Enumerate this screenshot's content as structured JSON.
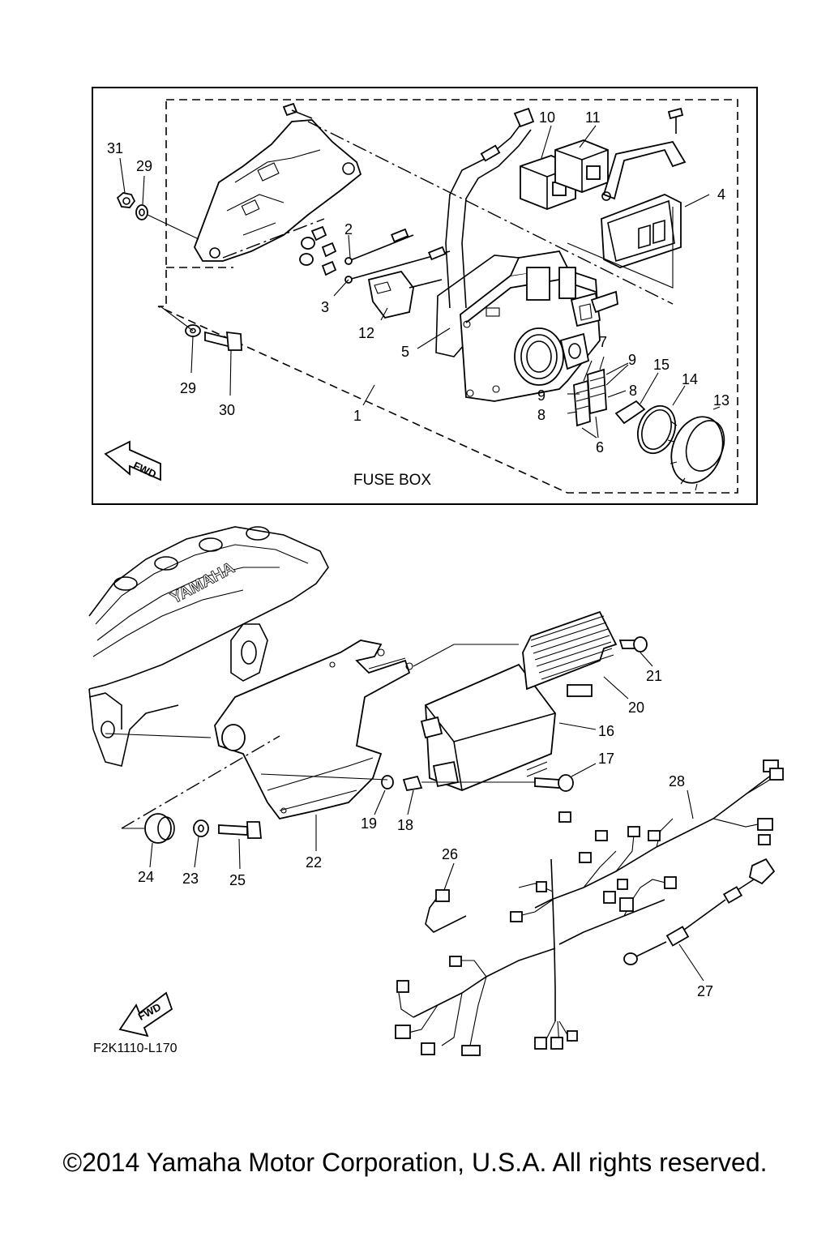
{
  "diagram": {
    "box_title": "FUSE BOX",
    "fwd_label": "FWD",
    "drawing_code": "F2K1110-L170",
    "engine_mark": "YAMAHA",
    "callouts": {
      "c1": "1",
      "c2": "2",
      "c3": "3",
      "c4": "4",
      "c5": "5",
      "c6": "6",
      "c7": "7",
      "c8a": "8",
      "c8b": "8",
      "c9a": "9",
      "c9b": "9",
      "c10": "10",
      "c11": "11",
      "c12": "12",
      "c13": "13",
      "c14": "14",
      "c15": "15",
      "c16": "16",
      "c17": "17",
      "c18": "18",
      "c19": "19",
      "c20": "20",
      "c21": "21",
      "c22": "22",
      "c23": "23",
      "c24": "24",
      "c25": "25",
      "c26": "26",
      "c27": "27",
      "c28": "28",
      "c29a": "29",
      "c29b": "29",
      "c30": "30",
      "c31": "31"
    }
  },
  "footer": {
    "copyright": "©2014 Yamaha Motor Corporation, U.S.A. All rights reserved."
  }
}
